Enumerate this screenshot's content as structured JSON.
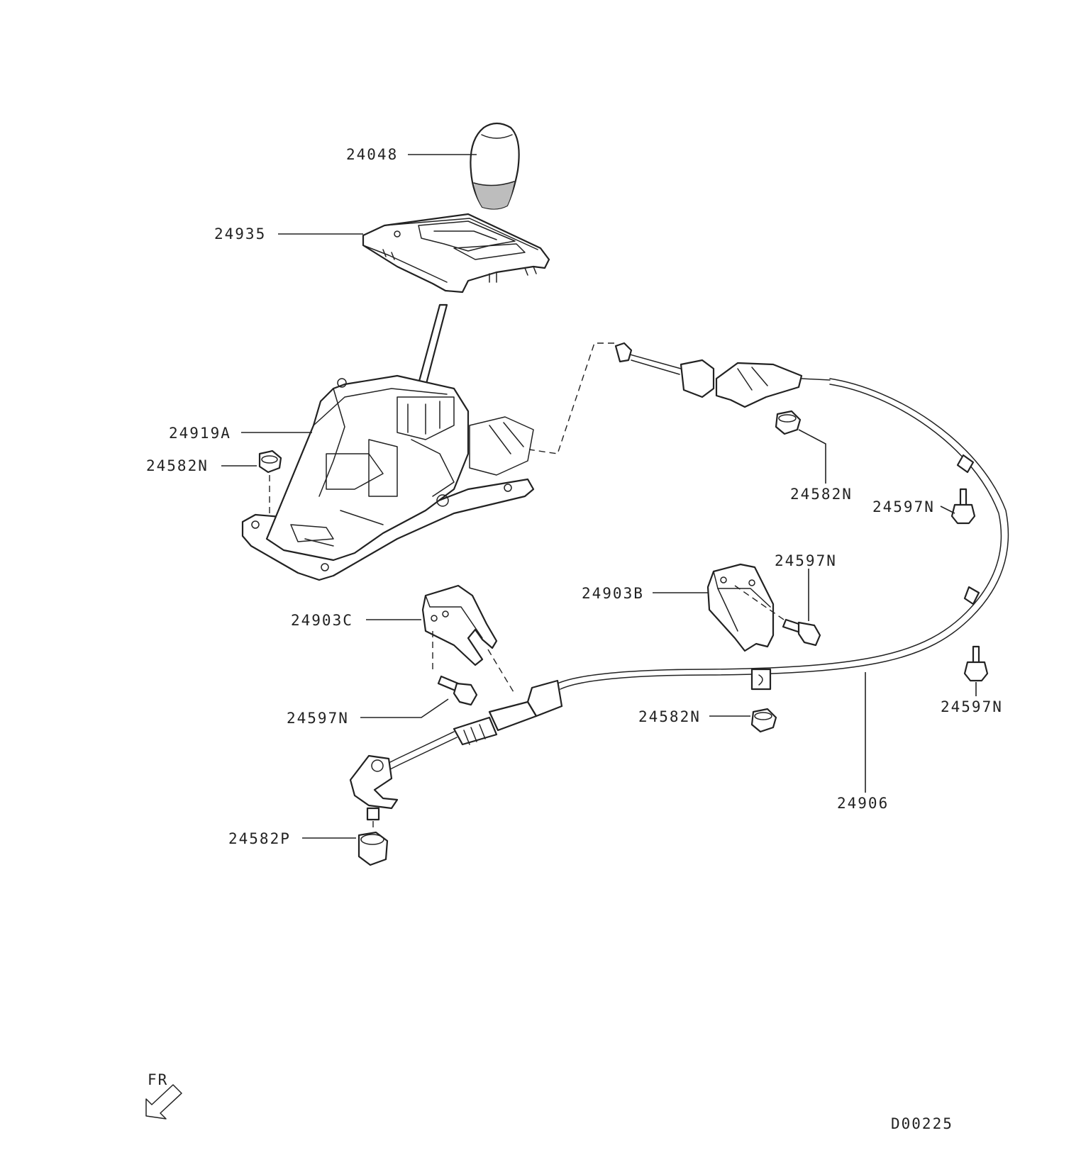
{
  "labels": {
    "knob": "24048",
    "indicator_panel": "24935",
    "shifter_assembly": "24919A",
    "nut_left": "24582N",
    "nut_right_top": "24582N",
    "bolt_right_upper": "24597N",
    "bolt_bracket_b": "24597N",
    "bracket_b": "24903B",
    "bracket_c": "24903C",
    "bolt_bracket_c": "24597N",
    "nut_cable_clip": "24582N",
    "bolt_right_lower": "24597N",
    "cable": "24906",
    "nut_lever": "24582P"
  },
  "direction_indicator": "FR",
  "diagram_code": "D00225",
  "colors": {
    "line": "#222222",
    "shade": "#bdbdbd",
    "background": "#ffffff"
  }
}
